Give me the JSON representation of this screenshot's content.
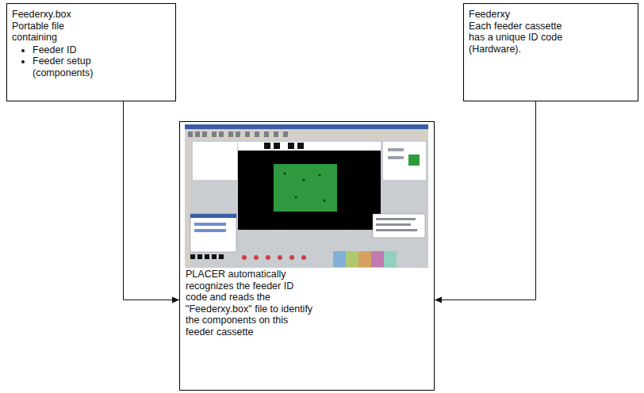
{
  "diagram": {
    "nodes": [
      {
        "text": [
          "Feederxy.box",
          "Portable file containing",
          "Feeder ID",
          "Feeder setup (components)"
        ]
      },
      {
        "text": [
          "Feederxy",
          "Each feeder cassette has a unique ID code (Hardware)."
        ]
      },
      {
        "text": [
          "PLACER automatically recognizes the feeder ID code and reads the \"Feederxy.box\" file to identify the components on this feeder cassette"
        ]
      }
    ],
    "edges": [
      {
        "from": 0,
        "to": 2,
        "arrow": "to"
      },
      {
        "from": 1,
        "to": 2,
        "arrow": "to"
      }
    ]
  }
}
